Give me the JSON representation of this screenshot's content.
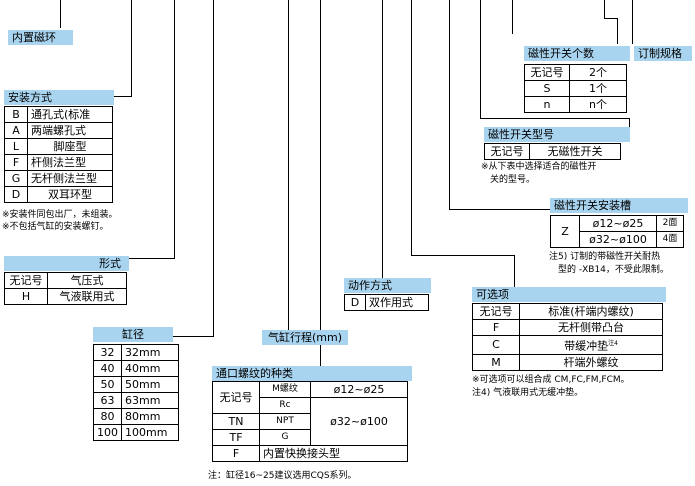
{
  "built_in_magnet": {
    "title": "内置磁环"
  },
  "mounting": {
    "title": "安装方式",
    "rows": [
      {
        "code": "B",
        "desc": "通孔式(标准"
      },
      {
        "code": "A",
        "desc": "两端螺孔式"
      },
      {
        "code": "L",
        "desc": "脚座型"
      },
      {
        "code": "F",
        "desc": "杆侧法兰型"
      },
      {
        "code": "G",
        "desc": "无杆侧法兰型"
      },
      {
        "code": "D",
        "desc": "双耳环型"
      }
    ],
    "notes": [
      "※安装件同包出厂，未组装。",
      "※不包括气缸的安装螺钉。"
    ]
  },
  "form": {
    "title": "形式",
    "rows": [
      {
        "code": "无记号",
        "desc": "气压式"
      },
      {
        "code": "H",
        "desc": "气液联用式"
      }
    ]
  },
  "bore": {
    "title": "缸径",
    "rows": [
      {
        "code": "32",
        "desc": "32mm"
      },
      {
        "code": "40",
        "desc": "40mm"
      },
      {
        "code": "50",
        "desc": "50mm"
      },
      {
        "code": "63",
        "desc": "63mm"
      },
      {
        "code": "80",
        "desc": "80mm"
      },
      {
        "code": "100",
        "desc": "100mm"
      }
    ]
  },
  "stroke": {
    "title": "气缸行程(mm)"
  },
  "port_thread": {
    "title": "通口螺纹的种类",
    "r1": {
      "code": "无记号",
      "type": "M螺纹",
      "range": "ø12~ø25"
    },
    "r2": {
      "type": "Rc"
    },
    "r3": {
      "code": "TN",
      "type": "NPT",
      "range": "ø32~ø100"
    },
    "r4": {
      "code": "TF",
      "type": "G"
    },
    "r5": {
      "code": "F",
      "desc": "内置快换接头型"
    },
    "note": "注：缸径16~25建议选用CQS系列。"
  },
  "action": {
    "title": "动作方式",
    "rows": [
      {
        "code": "D",
        "desc": "双作用式"
      }
    ]
  },
  "options": {
    "title": "可选项",
    "rows": [
      {
        "code": "无记号",
        "desc": "标准(杆端内螺纹)"
      },
      {
        "code": "F",
        "desc": "无杆侧带凸台"
      },
      {
        "code": "C",
        "desc": "带缓冲垫",
        "sup": "注4"
      },
      {
        "code": "M",
        "desc": "杆端外螺纹"
      }
    ],
    "notes": [
      "※可选项可以组合成 CM,FC,FM,FCM。",
      "注4) 气液联用式无缓冲垫。"
    ]
  },
  "switch_count": {
    "title": "磁性开关个数",
    "rows": [
      {
        "code": "无记号",
        "desc": "2个"
      },
      {
        "code": "S",
        "desc": "1个"
      },
      {
        "code": "n",
        "desc": "n个"
      }
    ]
  },
  "custom_spec": {
    "title": "订制规格"
  },
  "switch_type": {
    "title": "磁性开关型号",
    "rows": [
      {
        "code": "无记号",
        "desc": "无磁性开关"
      }
    ],
    "notes": [
      "※从下表中选择适合的磁性开",
      "　关的型号。"
    ]
  },
  "switch_groove": {
    "title": "磁性开关安装槽",
    "code": "Z",
    "rows": [
      {
        "range": "ø12~ø25",
        "val": "2面"
      },
      {
        "range": "ø32~ø100",
        "val": "4面"
      }
    ],
    "notes": [
      "注5) 订制的带磁性开关耐热",
      "　型的 -XB14，不受此限制。"
    ]
  },
  "colors": {
    "header_bg": "#a9d4ef",
    "line": "#000000"
  }
}
